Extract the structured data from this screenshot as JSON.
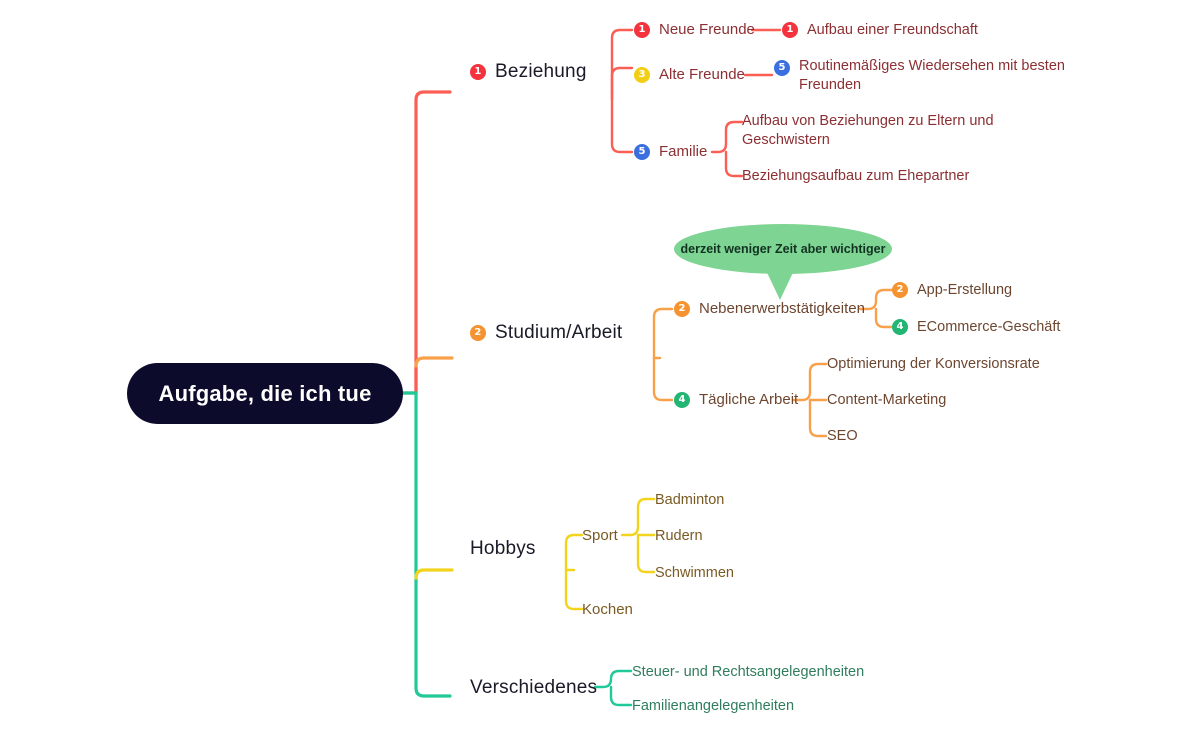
{
  "root": {
    "label": "Aufgabe, die ich tue"
  },
  "annotation": {
    "text": "derzeit weniger Zeit aber wichtiger"
  },
  "colors": {
    "root_bg": "#0d0b2b",
    "branch_red": "#fb5e55",
    "branch_orange": "#f9a04a",
    "branch_yellow": "#f2d41d",
    "branch_green": "#20c997",
    "badge_red": "#f5333f",
    "badge_yellow": "#f2cf16",
    "badge_blue": "#3b6fe0",
    "badge_orange": "#f59331",
    "badge_green": "#22b573",
    "bubble_green": "#7ed492"
  },
  "branches": [
    {
      "label": "Beziehung",
      "badge": "1",
      "children": [
        {
          "label": "Neue Freunde",
          "badge": "1",
          "children": [
            {
              "label": "Aufbau einer Freundschaft",
              "badge": "1"
            }
          ]
        },
        {
          "label": "Alte Freunde",
          "badge": "3",
          "children": [
            {
              "label": "Routinemäßiges Wiedersehen mit besten Freunden",
              "badge": "5"
            }
          ]
        },
        {
          "label": "Familie",
          "badge": "5",
          "children": [
            {
              "label": "Aufbau von Beziehungen zu Eltern und Geschwistern",
              "badge": ""
            },
            {
              "label": "Beziehungsaufbau zum Ehepartner",
              "badge": ""
            }
          ]
        }
      ]
    },
    {
      "label": "Studium/Arbeit",
      "badge": "2",
      "children": [
        {
          "label": "Nebenerwerbstätigkeiten",
          "badge": "2",
          "children": [
            {
              "label": "App-Erstellung",
              "badge": "2"
            },
            {
              "label": "ECommerce-Geschäft",
              "badge": "4"
            }
          ]
        },
        {
          "label": "Tägliche Arbeit",
          "badge": "4",
          "children": [
            {
              "label": "Optimierung der Konversionsrate",
              "badge": ""
            },
            {
              "label": "Content-Marketing",
              "badge": ""
            },
            {
              "label": "SEO",
              "badge": ""
            }
          ]
        }
      ]
    },
    {
      "label": "Hobbys",
      "badge": "",
      "children": [
        {
          "label": "Sport",
          "badge": "",
          "children": [
            {
              "label": "Badminton",
              "badge": ""
            },
            {
              "label": "Rudern",
              "badge": ""
            },
            {
              "label": "Schwimmen",
              "badge": ""
            }
          ]
        },
        {
          "label": "Kochen",
          "badge": "",
          "children": []
        }
      ]
    },
    {
      "label": "Verschiedenes",
      "badge": "",
      "children": [
        {
          "label": "Steuer- und Rechtsangelegenheiten",
          "badge": ""
        },
        {
          "label": "Familienangelegenheiten",
          "badge": ""
        }
      ]
    }
  ]
}
